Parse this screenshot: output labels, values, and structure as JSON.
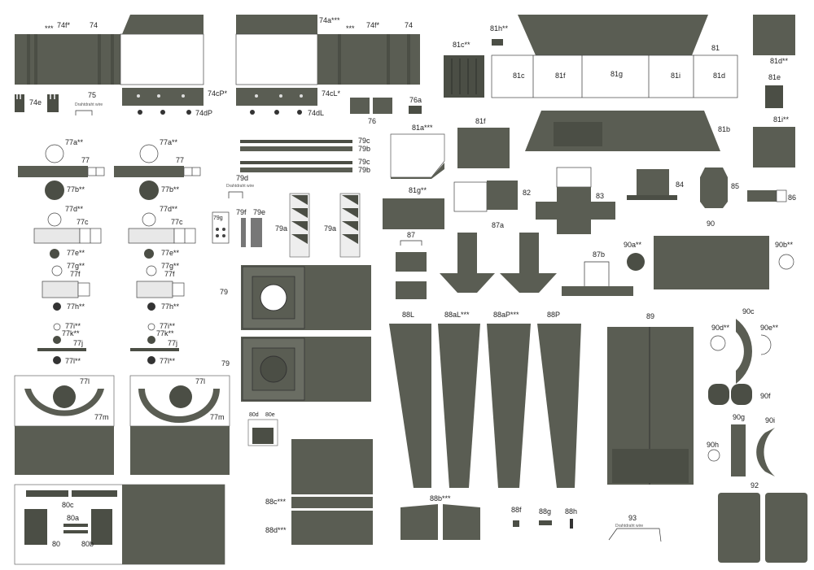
{
  "labels": {
    "p74_left_stars": "***",
    "p74f_left": "74f*",
    "p74_left": "74",
    "p74a_top": "74a***",
    "p74a_stars2": "***",
    "p74f_right": "74f*",
    "p74_right": "74",
    "p74e": "74e",
    "p75": "75",
    "p74cP": "74cP*",
    "p74dP": "74dP",
    "p74cL": "74cL*",
    "p74dL": "74dL",
    "p76": "76",
    "p76a": "76a",
    "p77a_1": "77a**",
    "p77_1": "77",
    "p77b_1": "77b**",
    "p77d_1": "77d**",
    "p77c_1": "77c",
    "p77e_1": "77e**",
    "p77g_1": "77g**",
    "p77f_1": "77f",
    "p77h_1": "77h**",
    "p77i_1": "77i**",
    "p77k_1": "77k**",
    "p77j_1": "77j",
    "p77l_1": "77l**",
    "p77a_2": "77a**",
    "p77_2": "77",
    "p77b_2": "77b**",
    "p77d_2": "77d**",
    "p77c_2": "77c",
    "p77e_2": "77e**",
    "p77g_2": "77g**",
    "p77f_2": "77f",
    "p77h_2": "77h**",
    "p77i_2": "77i**",
    "p77k_2": "77k**",
    "p77j_2": "77j",
    "p77l_2": "77l**",
    "p77l_big1": "77l",
    "p77m_1": "77m",
    "p77l_big2": "77l",
    "p77m_2": "77m",
    "p79c_1": "79c",
    "p79b_1": "79b",
    "p79c_2": "79c",
    "p79b_2": "79b",
    "p79d": "79d",
    "p79g": "79g",
    "p79f": "79f",
    "p79e": "79e",
    "p79a_1": "79a",
    "p79a_2": "79a",
    "p79_1": "79",
    "p79_2": "79",
    "p80": "80",
    "p80a": "80a",
    "p80b": "80b",
    "p80c": "80c",
    "p80d": "80d",
    "p80e": "80e",
    "p81c": "81c**",
    "p81h": "81h**",
    "p81": "81",
    "p81d": "81d**",
    "p81e": "81e",
    "p81c_in": "81c",
    "p81f_in": "81f",
    "p81g_in": "81g",
    "p81i_in": "81i",
    "p81d_in": "81d",
    "p81a": "81a***",
    "p81f": "81f",
    "p81b": "81b",
    "p81i": "81i**",
    "p81g": "81g**",
    "p82": "82",
    "p83": "83",
    "p84": "84",
    "p85": "85",
    "p86": "86",
    "p87": "87",
    "p87a": "87a",
    "p87b": "87b",
    "p88L": "88L",
    "p88aL": "88aL***",
    "p88aP": "88aP***",
    "p88P": "88P",
    "p88b": "88b***",
    "p88c": "88c***",
    "p88d": "88d***",
    "p88f": "88f",
    "p88g": "88g",
    "p88h": "88h",
    "p89": "89",
    "p90": "90",
    "p90a": "90a**",
    "p90b": "90b**",
    "p90c": "90c",
    "p90d": "90d**",
    "p90e": "90e**",
    "p90f": "90f",
    "p90g": "90g",
    "p90h": "90h",
    "p90i": "90i",
    "p92": "92",
    "p93": "93"
  },
  "wire_notes": {
    "n75": "Drahtdraht wire",
    "n79d": "Drahtdraht wire",
    "n93": "Drahtdraht wire"
  },
  "colors": {
    "panel_gray": "#5a5d53",
    "panel_dark": "#4b4e45",
    "panel_light": "#6a6d63",
    "outline": "#333333",
    "background": "#ffffff"
  }
}
